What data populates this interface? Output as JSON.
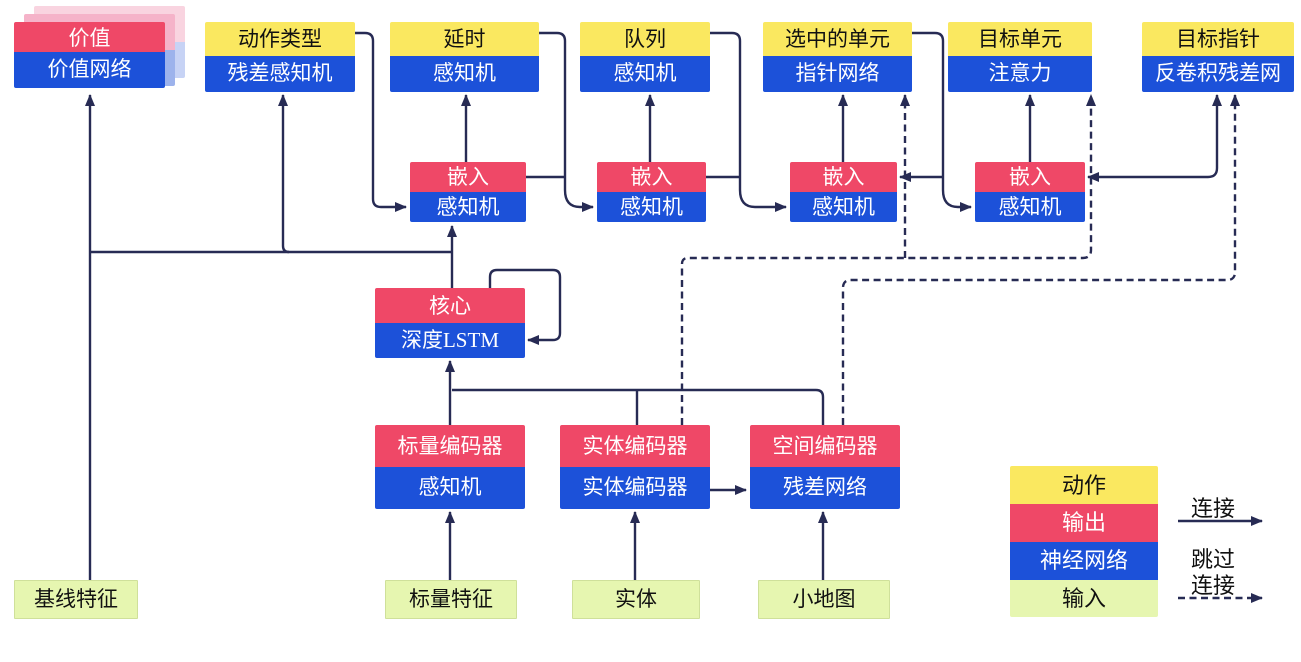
{
  "diagram": {
    "heads": [
      {
        "top": "价值",
        "bottom": "价值网络"
      },
      {
        "top": "动作类型",
        "bottom": "残差感知机"
      },
      {
        "top": "延时",
        "bottom": "感知机"
      },
      {
        "top": "队列",
        "bottom": "感知机"
      },
      {
        "top": "选中的单元",
        "bottom": "指针网络"
      },
      {
        "top": "目标单元",
        "bottom": "注意力"
      },
      {
        "top": "目标指针",
        "bottom": "反卷积残差网"
      }
    ],
    "embeddings": [
      {
        "top": "嵌入",
        "bottom": "感知机"
      },
      {
        "top": "嵌入",
        "bottom": "感知机"
      },
      {
        "top": "嵌入",
        "bottom": "感知机"
      },
      {
        "top": "嵌入",
        "bottom": "感知机"
      }
    ],
    "core": {
      "top": "核心",
      "bottom": "深度LSTM"
    },
    "encoders": [
      {
        "top": "标量编码器",
        "bottom": "感知机"
      },
      {
        "top": "实体编码器",
        "bottom": "实体编码器"
      },
      {
        "top": "空间编码器",
        "bottom": "残差网络"
      }
    ],
    "inputs": [
      "基线特征",
      "标量特征",
      "实体",
      "小地图"
    ],
    "legend": {
      "items": [
        {
          "label": "动作",
          "color": "#FAE860"
        },
        {
          "label": "输出",
          "color": "#EF4867"
        },
        {
          "label": "神经网络",
          "color": "#1C51D9"
        },
        {
          "label": "输入",
          "color": "#E6F6B0"
        }
      ],
      "solid_arrow_label": "连接",
      "dashed_arrow_label_line1": "跳过",
      "dashed_arrow_label_line2": "连接"
    },
    "colors": {
      "action_yellow": "#FAE860",
      "output_red": "#EF4867",
      "network_blue": "#1C51D9",
      "input_green": "#E6F6B0",
      "line_navy": "#272B54",
      "stack_shadow_pink": "#F5B3C9",
      "stack_shadow_blue": "#9DB3EC"
    }
  }
}
